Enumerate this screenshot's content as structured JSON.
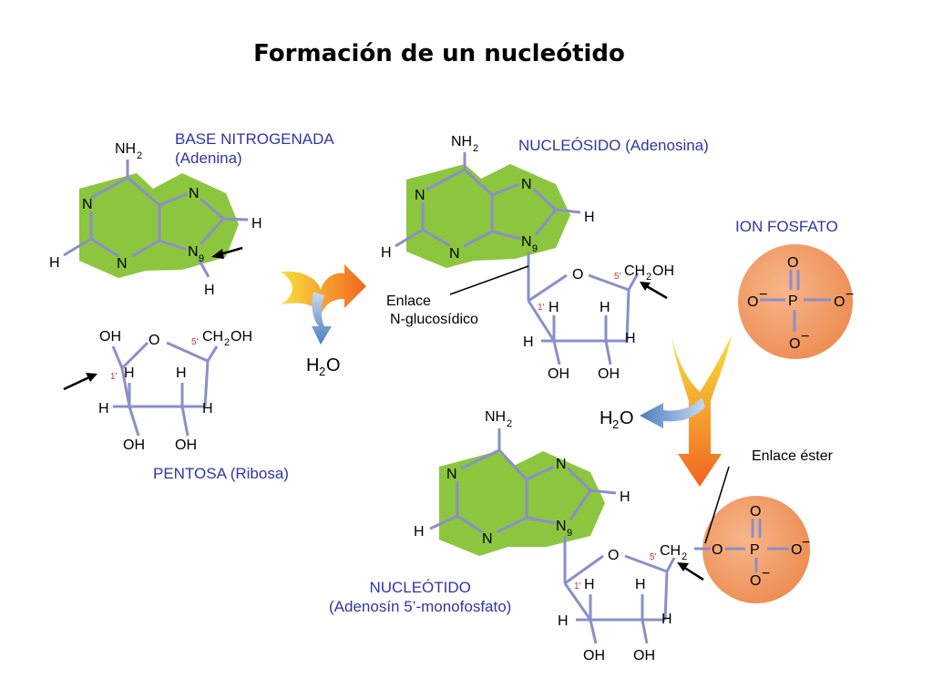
{
  "title": "Formación de un nucleótido",
  "labels": {
    "base": {
      "line1": "BASE NITROGENADA",
      "line2": "(Adenina)"
    },
    "pentose": "PENTOSA  (Ribosa)",
    "nucleoside": "NUCLEÓSIDO  (Adenosina)",
    "phosphate_ion": "ION FOSFATO",
    "nucleotide": {
      "line1": "NUCLEÓTIDO",
      "line2": "(Adenosín 5’-monofosfato)"
    },
    "glycosidic_bond": {
      "line1": "Enlace",
      "line2": "N-glucosídico"
    },
    "ester_bond": "Enlace éster",
    "water_1": "H2O",
    "water_2": "H2O"
  },
  "atoms": {
    "N": "N",
    "H": "H",
    "O": "O",
    "P": "P",
    "NH": "NH",
    "sub2": "2",
    "sub9": "9",
    "OH": "OH",
    "CH": "CH",
    "CH2OH_end": "OH",
    "O_minus": "O",
    "minus": "−",
    "prime1": "1'",
    "prime5": "5'"
  },
  "colors": {
    "base_fill": "#8cc63f",
    "phosphate_fill": "#f29a62",
    "bond_line": "#8a8fc9",
    "label_blue": "#3333a6",
    "arrow_orange": "#f26522",
    "arrow_yellow": "#f7e03c",
    "arrow_blue": "#4a7fc1"
  }
}
